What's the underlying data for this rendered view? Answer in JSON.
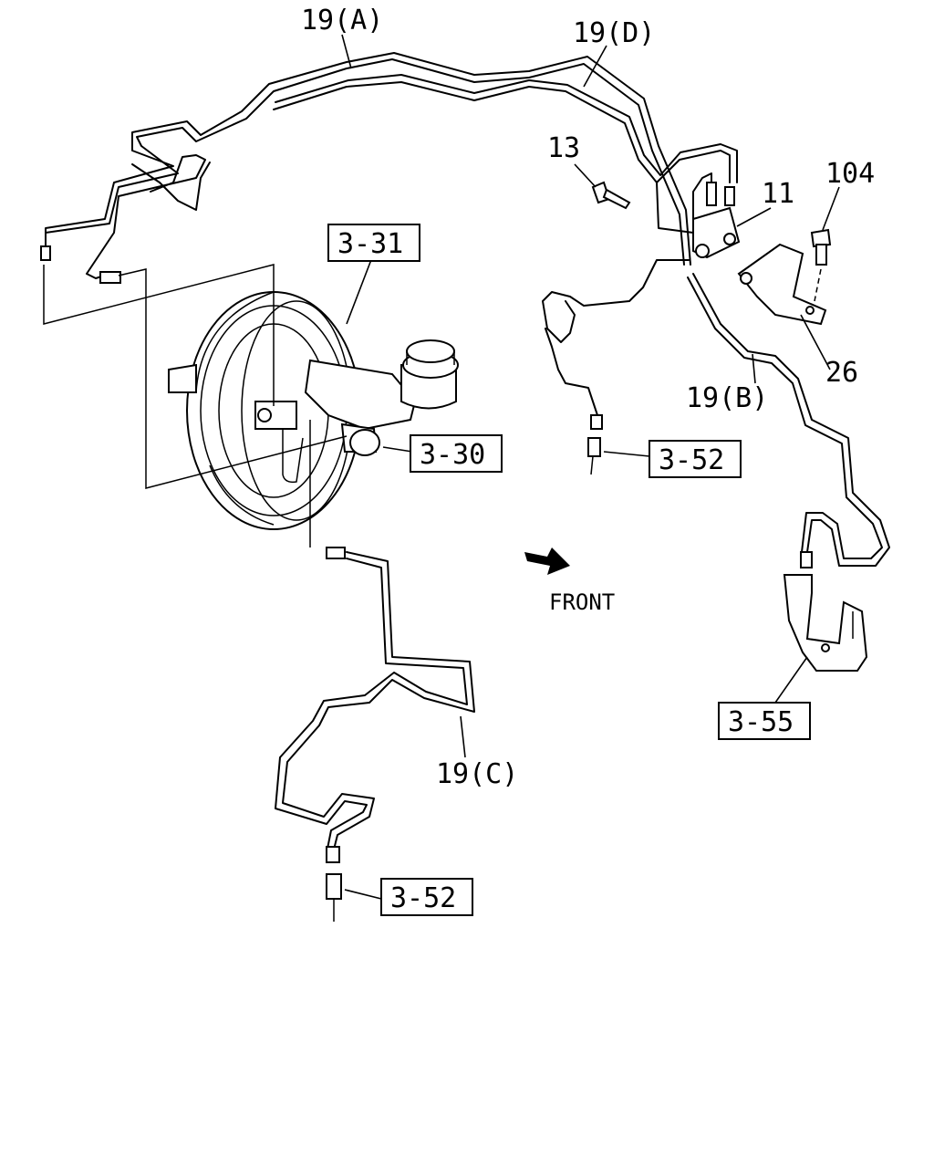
{
  "labels": {
    "l19a": "19(A)",
    "l19d": "19(D)",
    "l13": "13",
    "l11": "11",
    "l104": "104",
    "l26": "26",
    "l19b": "19(B)",
    "l19c": "19(C)",
    "front": "FRONT"
  },
  "refs": {
    "r331": "3-31",
    "r330": "3-30",
    "r352a": "3-52",
    "r352b": "3-52",
    "r355": "3-55"
  }
}
